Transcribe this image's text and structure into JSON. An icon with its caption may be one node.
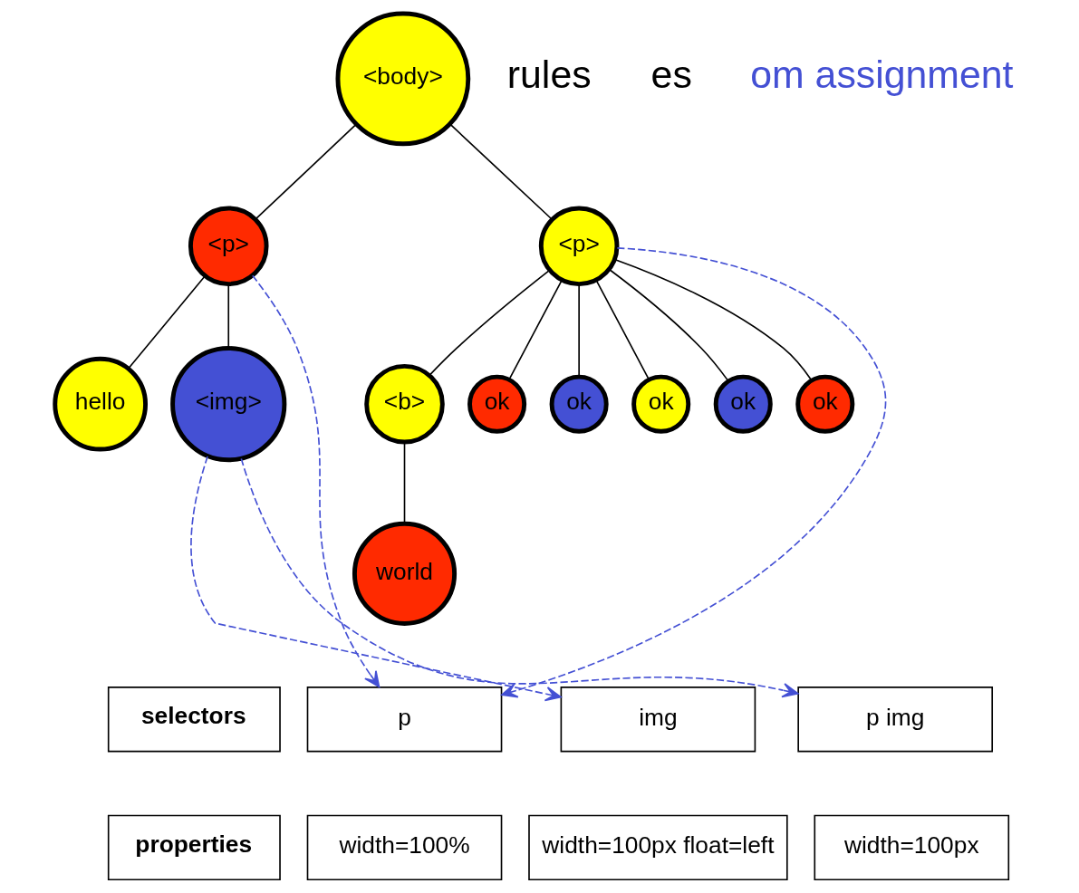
{
  "diagram": {
    "nodes": [
      {
        "text": [
          "<body>"
        ]
      },
      {
        "text": [
          "<p>"
        ]
      },
      {
        "text": [
          "<p>"
        ]
      },
      {
        "text": [
          "hello"
        ]
      },
      {
        "text": [
          "<img>"
        ]
      },
      {
        "text": [
          "<b>"
        ]
      },
      {
        "text": [
          "ok"
        ]
      },
      {
        "text": [
          "ok"
        ]
      },
      {
        "text": [
          "ok"
        ]
      },
      {
        "text": [
          "ok"
        ]
      },
      {
        "text": [
          "ok"
        ]
      },
      {
        "text": [
          "world"
        ]
      },
      {
        "text": [
          "selectors"
        ]
      },
      {
        "text": [
          "p"
        ]
      },
      {
        "text": [
          "img"
        ]
      },
      {
        "text": [
          "p img"
        ]
      },
      {
        "text": [
          "properties"
        ]
      },
      {
        "text": [
          "width=100%"
        ]
      },
      {
        "text": [
          "width=100px float=left"
        ]
      },
      {
        "text": [
          "width=100px"
        ]
      }
    ],
    "edges": [
      {
        "from": 0,
        "to": 1,
        "arrow": "none"
      },
      {
        "from": 0,
        "to": 2,
        "arrow": "none"
      },
      {
        "from": 1,
        "to": 3,
        "arrow": "none"
      },
      {
        "from": 1,
        "to": 4,
        "arrow": "none"
      },
      {
        "from": 2,
        "to": 5,
        "arrow": "none"
      },
      {
        "from": 2,
        "to": 6,
        "arrow": "none"
      },
      {
        "from": 2,
        "to": 7,
        "arrow": "none"
      },
      {
        "from": 2,
        "to": 8,
        "arrow": "none"
      },
      {
        "from": 2,
        "to": 9,
        "arrow": "none"
      },
      {
        "from": 2,
        "to": 10,
        "arrow": "none"
      },
      {
        "from": 5,
        "to": 11,
        "arrow": "none"
      },
      {
        "from": 1,
        "to": 13,
        "arrow": "to",
        "style": "dashed",
        "color": "#4450d4"
      },
      {
        "from": 2,
        "to": 13,
        "arrow": "to",
        "style": "dashed",
        "color": "#4450d4"
      },
      {
        "from": 4,
        "to": 14,
        "arrow": "to",
        "style": "dashed",
        "color": "#4450d4"
      },
      {
        "from": 4,
        "to": 15,
        "arrow": "to",
        "style": "dashed",
        "color": "#4450d4"
      }
    ],
    "labels": [
      "rules",
      "es",
      "om assignment"
    ]
  }
}
